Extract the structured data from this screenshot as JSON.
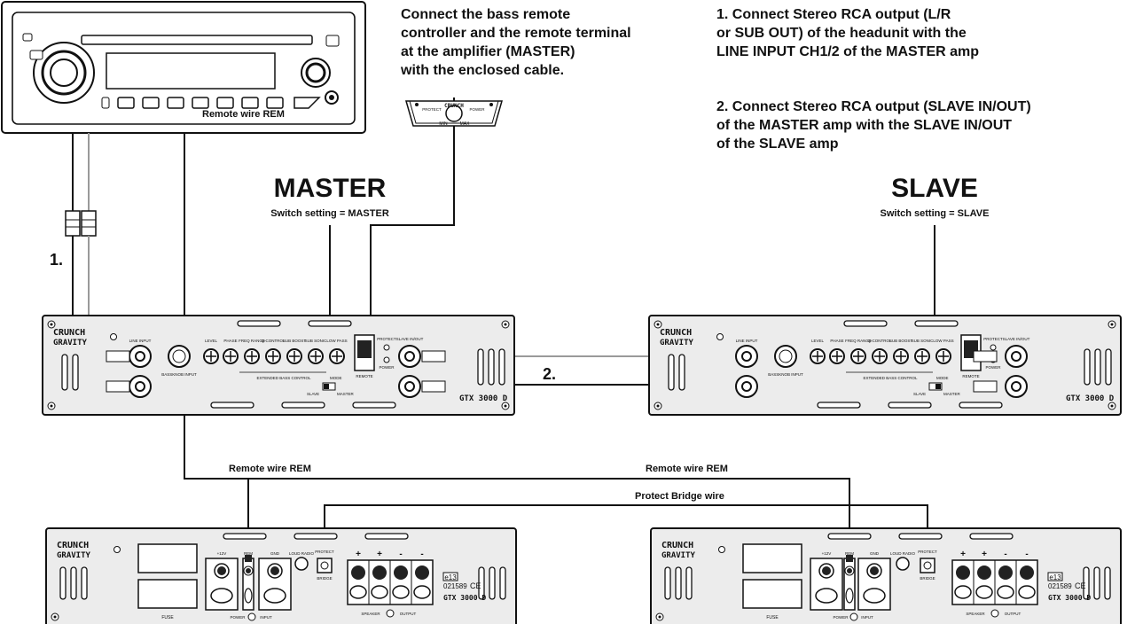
{
  "instructions": {
    "remote_note": [
      "Connect the bass remote",
      "controller and the remote terminal",
      "at the amplifier (MASTER)",
      "with the enclosed cable."
    ],
    "step1": [
      "1. Connect Stereo RCA output (L/R",
      "or SUB OUT) of the headunit with the",
      "LINE INPUT CH1/2 of the MASTER amp"
    ],
    "step2": [
      "2. Connect Stereo RCA output (SLAVE IN/OUT)",
      "of the MASTER amp with the SLAVE IN/OUT",
      "of the SLAVE amp"
    ]
  },
  "labels": {
    "master_title": "MASTER",
    "master_switch": "Switch setting = MASTER",
    "slave_title": "SLAVE",
    "slave_switch": "Switch setting = SLAVE",
    "remote_wire_top": "Remote wire REM",
    "remote_wire_bottom_left": "Remote wire REM",
    "remote_wire_bottom_right": "Remote wire REM",
    "protect_bridge": "Protect Bridge wire",
    "step_marker_1": "1.",
    "step_marker_2": "2."
  },
  "remote_controller": {
    "brand": "CRUNCH",
    "protect": "PROTECT",
    "power": "POWER",
    "min": "MIN",
    "max": "MAX"
  },
  "amp_front": {
    "brand_top": "CRUNCH",
    "brand_bottom": "GRAVITY",
    "model": "GTX 3000 D",
    "line_input": "LINE INPUT",
    "knobs": [
      "LEVEL",
      "PHASE",
      "FREQ RANGE",
      "Q-CONTROL",
      "SUB BOOST",
      "SUB SONIC",
      "LOW PASS"
    ],
    "bass_input": "BASSKNOB INPUT",
    "extended_bass": "EXTENDED BASS CONTROL",
    "remote": "REMOTE",
    "protect": "PROTECT",
    "power": "POWER",
    "slave_in_out": "SLAVE IN/OUT",
    "mode": "MODE",
    "slave": "SLAVE",
    "master": "MASTER"
  },
  "amp_rear": {
    "brand_top": "CRUNCH",
    "brand_bottom": "GRAVITY",
    "model": "GTX 3000 D",
    "fuse": "FUSE",
    "terminals": [
      "+12V",
      "REM",
      "GND"
    ],
    "power": "POWER",
    "input": "INPUT",
    "loud_radio": "LOUD RADIO",
    "protect_bridge": [
      "PROTECT",
      "BRIDGE"
    ],
    "speaker": "SPEAKER",
    "output": "OUTPUT",
    "speaker_signs": [
      "+",
      "+",
      "-",
      "-"
    ],
    "cert": "e13",
    "cert_number": "021589",
    "ce": "CE"
  }
}
